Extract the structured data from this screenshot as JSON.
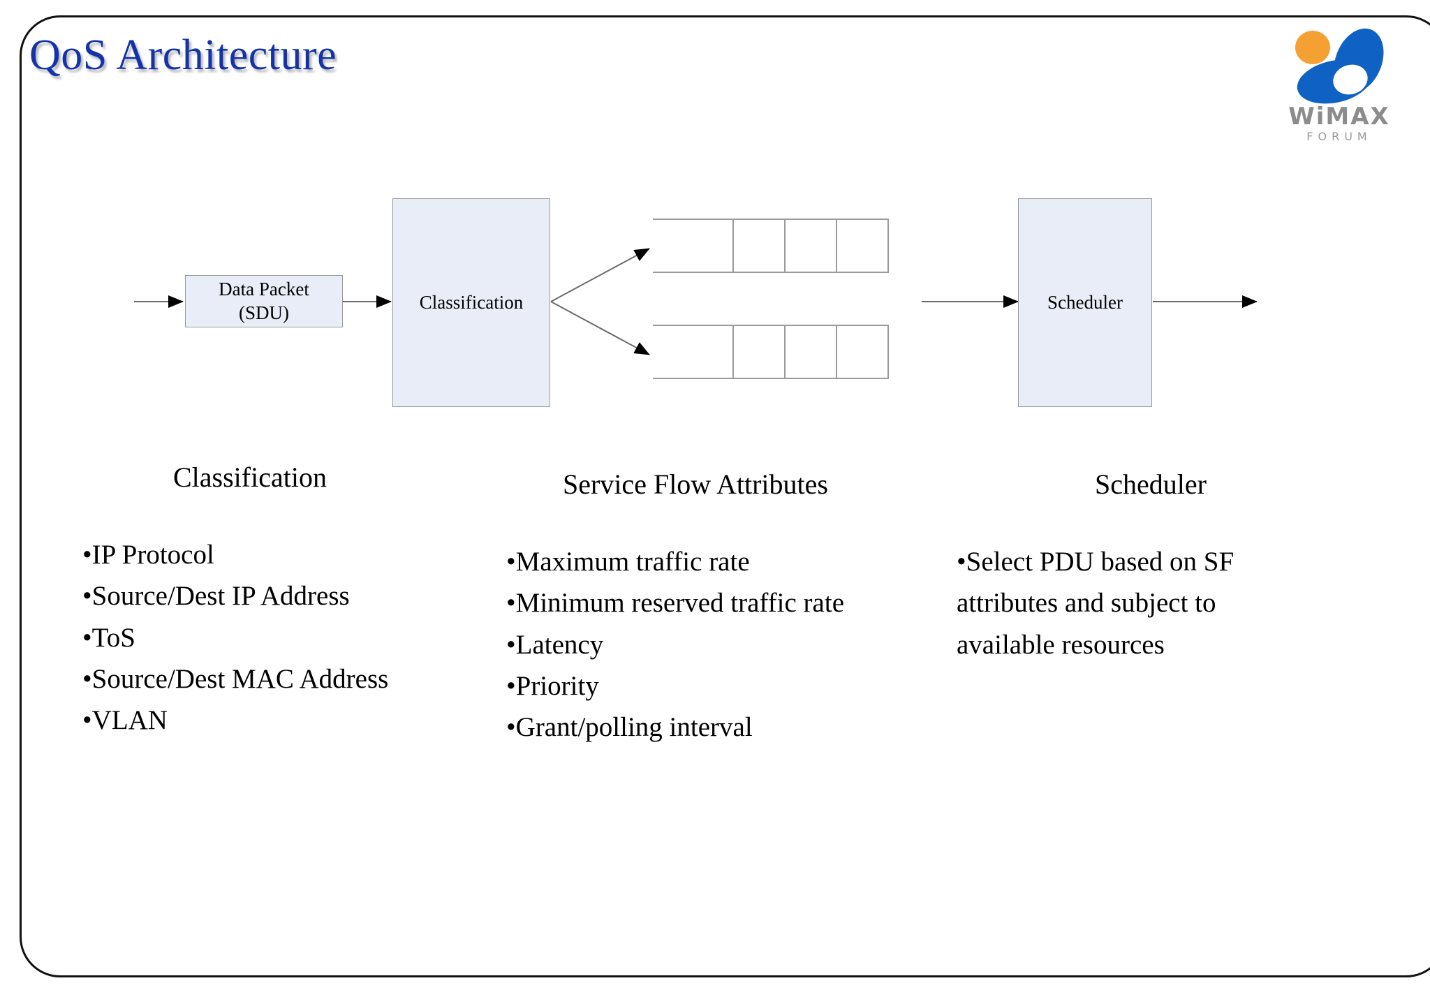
{
  "slide": {
    "title": "QoS Architecture",
    "title_color": "#1433a8",
    "frame_color": "#111111",
    "background": "#ffffff"
  },
  "logo": {
    "name": "wimax-forum-logo",
    "word": "WiMAX",
    "sub": "FORUM",
    "dot_color": "#f5a033",
    "blob_color": "#1061c4",
    "text_color": "#8c8c8c"
  },
  "diagram": {
    "box_fill": "#e9edf7",
    "box_stroke": "#9a9a9a",
    "arrow_color": "#555555",
    "data_packet": {
      "line1": "Data Packet",
      "line2": "(SDU)"
    },
    "classification": "Classification",
    "scheduler": "Scheduler",
    "queues": [
      {
        "name": "queue-upper",
        "cells": 3
      },
      {
        "name": "queue-lower",
        "cells": 3
      }
    ]
  },
  "columns": [
    {
      "id": "classification",
      "heading": "Classification",
      "items": [
        "IP Protocol",
        "Source/Dest IP Address",
        "ToS",
        "Source/Dest MAC Address",
        "VLAN"
      ]
    },
    {
      "id": "service-flow-attributes",
      "heading": "Service Flow Attributes",
      "items": [
        "Maximum traffic rate",
        "Minimum reserved traffic rate",
        "Latency",
        "Priority",
        "Grant/polling interval"
      ]
    },
    {
      "id": "scheduler",
      "heading": "Scheduler",
      "items": [
        "Select PDU based on SF attributes and subject to available resources"
      ]
    }
  ]
}
